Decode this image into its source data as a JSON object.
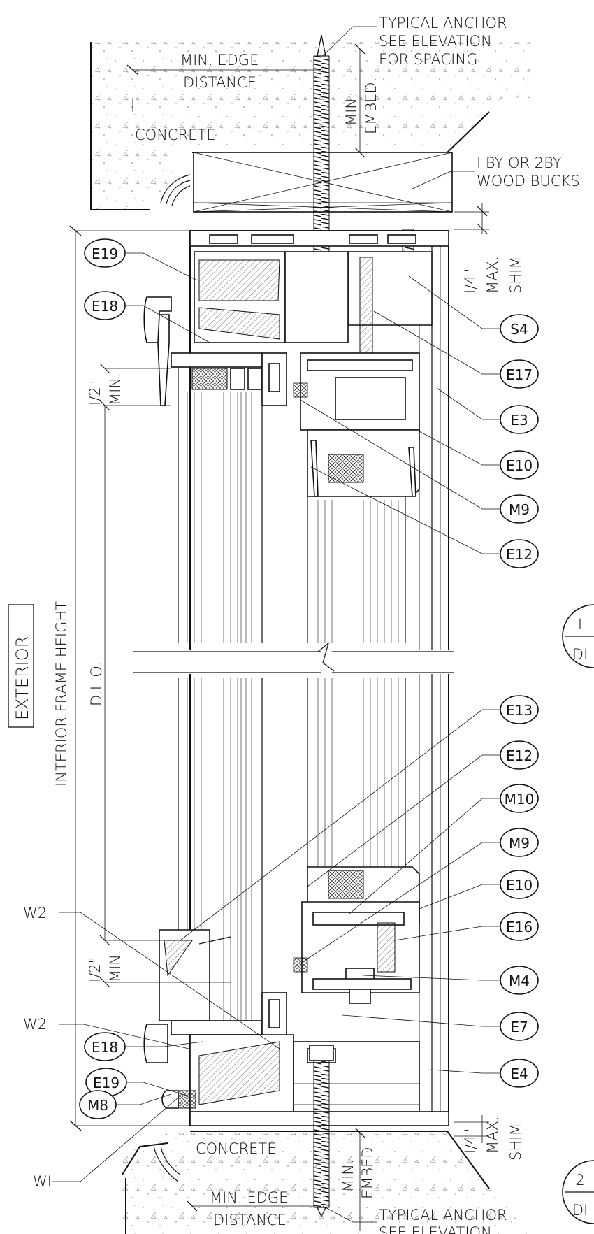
{
  "drawing": {
    "exterior_label": "EXTERIOR",
    "frame_height_label": "INTERIOR FRAME HEIGHT",
    "dlo_label": "D.L.O.",
    "top": {
      "anchor_line1": "TYPICAL ANCHOR",
      "anchor_line2": "SEE ELEVATION",
      "anchor_line3": "FOR SPACING",
      "edge_line1": "MIN. EDGE",
      "edge_line2": "DISTANCE",
      "embed_line1": "MIN.",
      "embed_line2": "EMBED.",
      "concrete": "CONCRETE",
      "bucks_line1": "I BY OR 2BY",
      "bucks_line2": "WOOD BUCKS",
      "shim_line1": "I/4\"",
      "shim_line2": "MAX.",
      "shim_line3": "SHIM",
      "half_line1": "I/2\"",
      "half_line2": "MIN."
    },
    "bottom": {
      "anchor_line1": "TYPICAL ANCHOR",
      "anchor_line2": "SEE ELEVATION",
      "edge_line1": "MIN. EDGE",
      "edge_line2": "DISTANCE",
      "embed_line1": "MIN.",
      "embed_line2": "EMBED.",
      "concrete": "CONCRETE",
      "shim_line1": "I/4\"",
      "shim_line2": "MAX.",
      "shim_line3": "SHIM",
      "half_line1": "I/2\"",
      "half_line2": "MIN."
    },
    "callouts_left": [
      "E19",
      "E18",
      "E18",
      "E19",
      "M8"
    ],
    "callouts_right": [
      "S4",
      "E17",
      "E3",
      "E10",
      "M9",
      "E12",
      "E13",
      "E12",
      "M10",
      "M9",
      "E10",
      "E16",
      "M4",
      "E7",
      "E4"
    ],
    "weld_labels": [
      "W2",
      "W2",
      "WI"
    ],
    "section_marks": [
      {
        "num": "I",
        "sheet": "DI"
      },
      {
        "num": "2",
        "sheet": "DI"
      }
    ]
  }
}
